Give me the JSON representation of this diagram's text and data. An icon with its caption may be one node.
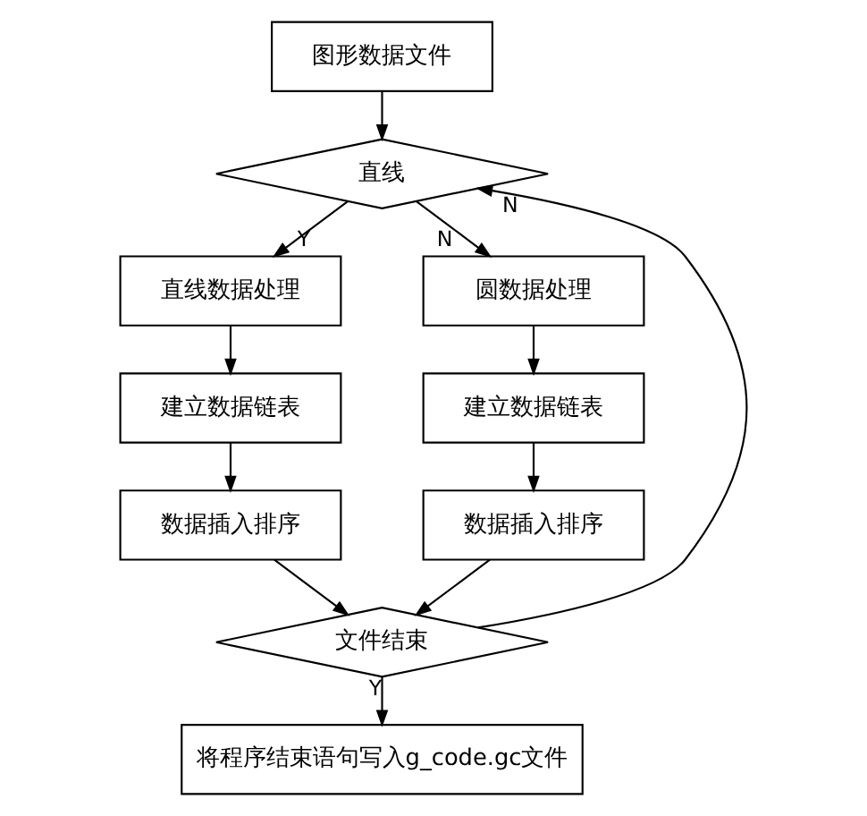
{
  "diagram": {
    "nodes": [
      {
        "text": [
          "图形数据文件"
        ]
      },
      {
        "text": [
          "直线"
        ]
      },
      {
        "text": [
          "直线数据处理"
        ]
      },
      {
        "text": [
          "建立数据链表"
        ]
      },
      {
        "text": [
          "数据插入排序"
        ]
      },
      {
        "text": [
          "圆数据处理"
        ]
      },
      {
        "text": [
          "建立数据链表"
        ]
      },
      {
        "text": [
          "数据插入排序"
        ]
      },
      {
        "text": [
          "文件结束"
        ]
      },
      {
        "text": [
          "将程序结束语句写入g_code.gc文件"
        ]
      }
    ],
    "edges": [
      {
        "from": 0,
        "to": 1,
        "arrow": "to"
      },
      {
        "from": 1,
        "to": 2,
        "arrow": "to",
        "label": "Y"
      },
      {
        "from": 1,
        "to": 5,
        "arrow": "to",
        "label": "N"
      },
      {
        "from": 2,
        "to": 3,
        "arrow": "to"
      },
      {
        "from": 3,
        "to": 4,
        "arrow": "to"
      },
      {
        "from": 4,
        "to": 8,
        "arrow": "to"
      },
      {
        "from": 5,
        "to": 6,
        "arrow": "to"
      },
      {
        "from": 6,
        "to": 7,
        "arrow": "to"
      },
      {
        "from": 7,
        "to": 8,
        "arrow": "to"
      },
      {
        "from": 8,
        "to": 1,
        "arrow": "to",
        "label": "N"
      },
      {
        "from": 8,
        "to": 9,
        "arrow": "to",
        "label": "Y"
      }
    ]
  }
}
